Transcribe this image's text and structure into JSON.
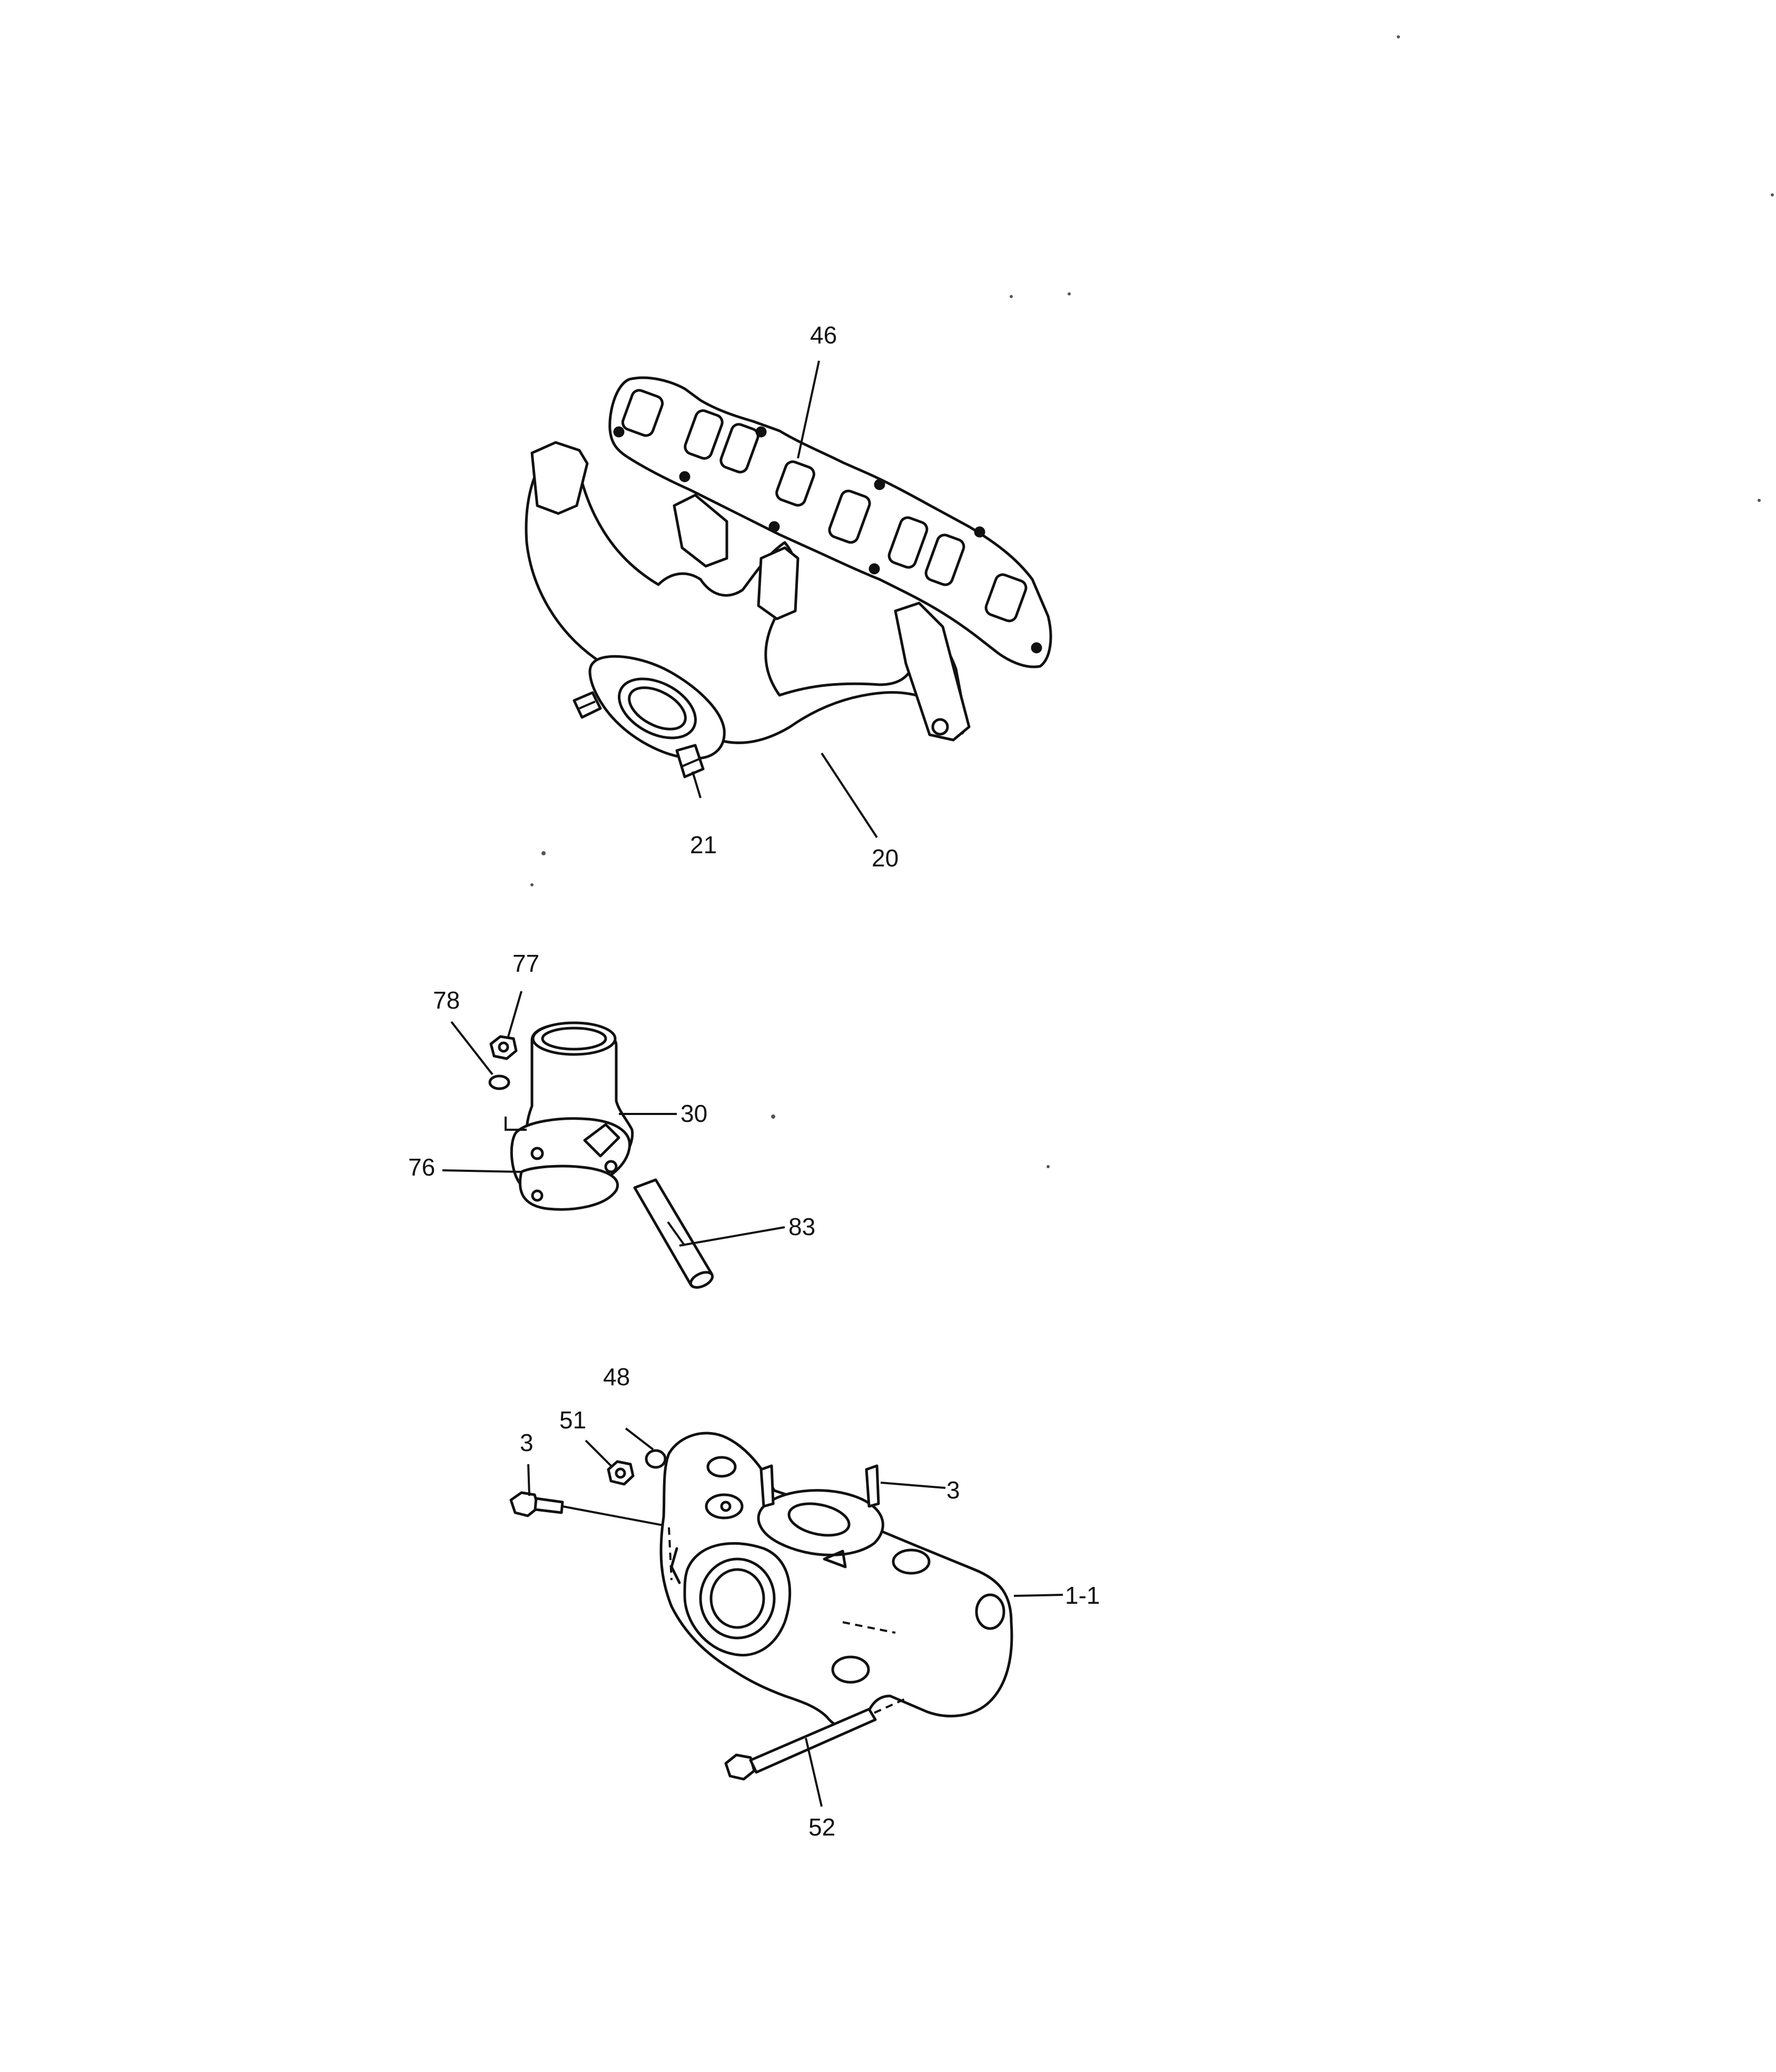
{
  "callouts": {
    "c46": "46",
    "c21": "21",
    "c20": "20",
    "c77": "77",
    "c78": "78",
    "c30": "30",
    "c76": "76",
    "c83": "83",
    "c48": "48",
    "c51": "51",
    "c3a": "3",
    "c3b": "3",
    "c1_1": "1-1",
    "c52": "52"
  }
}
